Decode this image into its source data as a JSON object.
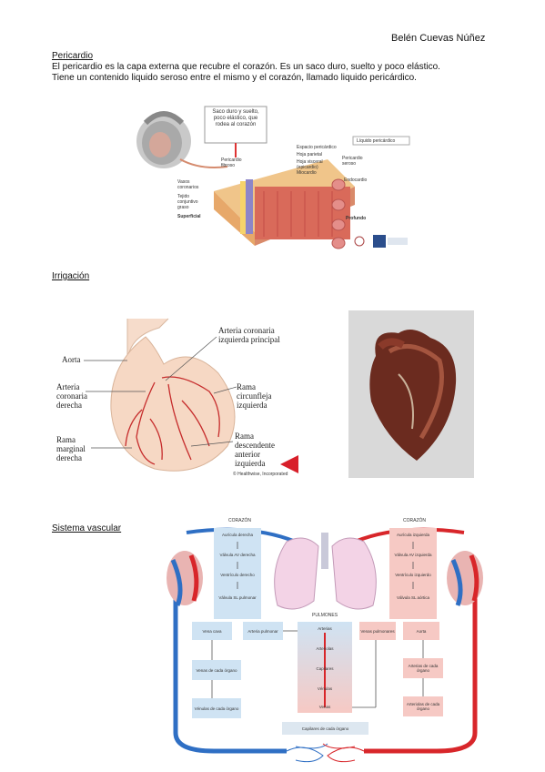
{
  "author": "Belén Cuevas Núñez",
  "pericardio": {
    "title": "Pericardio",
    "line1": "El pericardio es la capa externa que recubre el corazón. Es un saco duro, suelto y poco elástico.",
    "line2": "Tiene un contenido liquido seroso entre el mismo y el corazón, llamado liquido pericárdico.",
    "figure": {
      "callout": "Saco duro y suelto, poco elástico, que rodea al corazón",
      "liquid_label": "Líquido pericárdico",
      "labels": {
        "fibroso": "Pericardio fibroso",
        "espacio": "Espacio pericárdico",
        "parietal": "Hoja parietal",
        "visceral": "Hoja visceral (epicardio)",
        "seroso": "Pericardio seroso",
        "miocardio": "Miocardio",
        "endocardio": "Endocardio",
        "vasos": "Vasos coronarios",
        "tejido": "Tejido conjuntivo graso",
        "superficial": "Superficial",
        "profundo": "Profundo"
      }
    }
  },
  "irrigacion": {
    "title": "Irrigación",
    "labels": {
      "aorta": "Aorta",
      "acd1": "Arteria",
      "acd2": "coronaria",
      "acd3": "derecha",
      "rmd1": "Rama",
      "rmd2": "marginal",
      "rmd3": "derecha",
      "aci1": "Arteria coronaria",
      "aci2": "izquierda principal",
      "rci1": "Rama",
      "rci2": "circunfleja",
      "rci3": "izquierda",
      "rda1": "Rama",
      "rda2": "descendente",
      "rda3": "anterior",
      "rda4": "izquierda",
      "credit": "© Healthwise, Incorporated"
    }
  },
  "vascular": {
    "title": "Sistema vascular",
    "corazon_left": "CORAZÓN",
    "corazon_right": "CORAZÓN",
    "pulmones": "PULMONES",
    "left_col": [
      "Aurícula derecha",
      "Válvula AV derecha",
      "Ventrículo derecho",
      "Válvula SL pulmonar"
    ],
    "right_col": [
      "Aurícula izquierda",
      "Válvula AV izquierda",
      "Ventrículo izquierdo",
      "Válvula SL aórtica"
    ],
    "vena_cava": "Vena cava",
    "arteria_pulmonar": "Arteria pulmonar",
    "venas_pulmonares": "Venas pulmonares",
    "aorta": "Aorta",
    "venas_organo": "Venas de cada órgano",
    "venulas_organo": "Vénulas de cada órgano",
    "arterias_organo": "Arterias de cada órgano",
    "arteriolas_organo": "Arteriolas de cada órgano",
    "pulm_stack": [
      "Arterias",
      "Arteriolas",
      "Capilares",
      "Vénulas",
      "Venas"
    ],
    "capilares": "Capilares de cada órgano"
  },
  "colors": {
    "blue": "#2f6fc4",
    "red": "#d8262a",
    "panel_blue": "#cfe3f3",
    "panel_red": "#f6c9c4"
  }
}
